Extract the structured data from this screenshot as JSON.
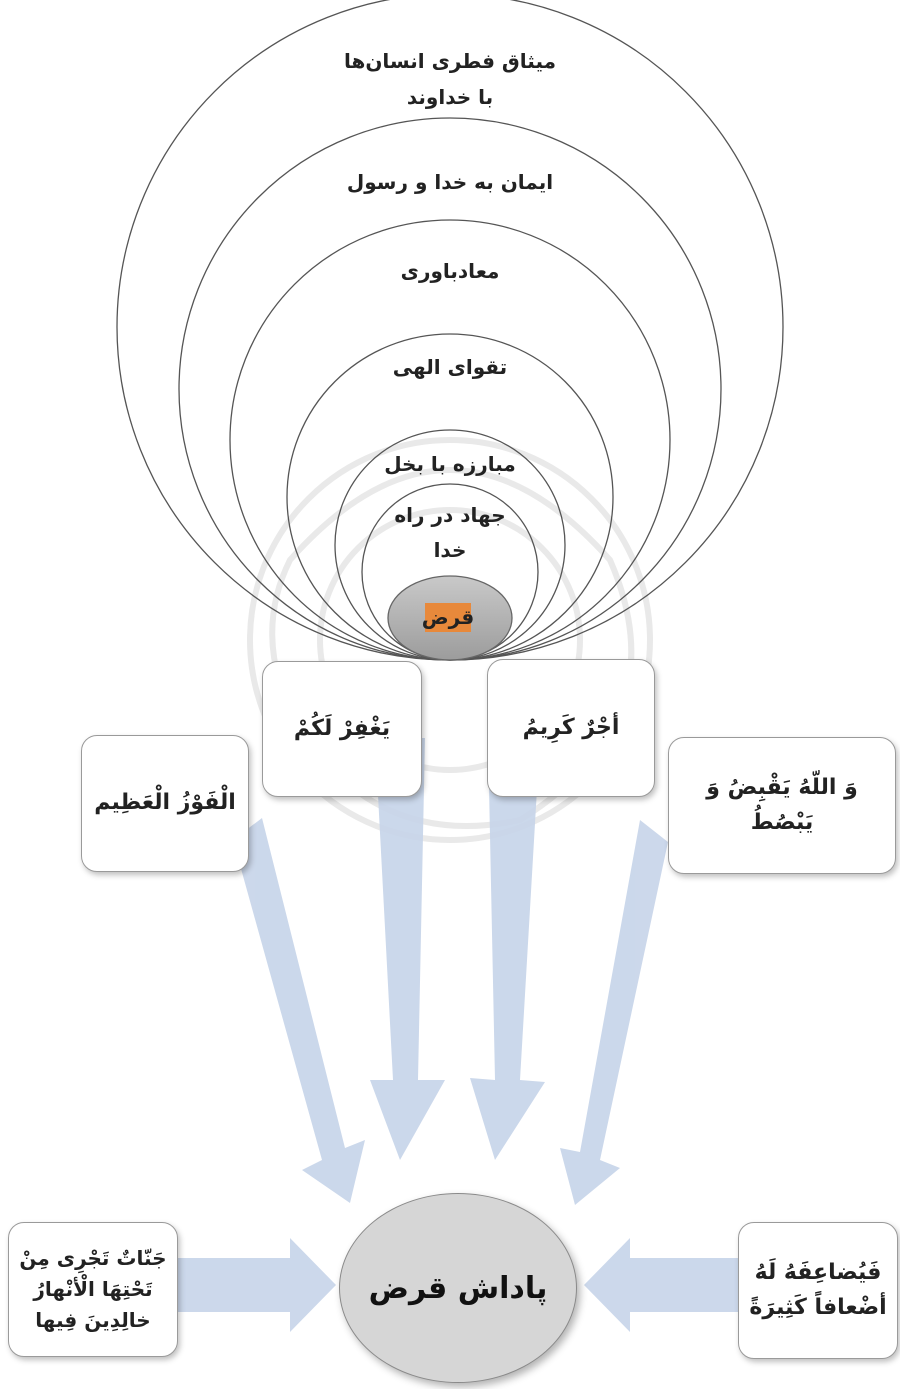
{
  "nested_circles": {
    "levels": [
      {
        "label": "میثاق فطری انسان‌ها\nبا خداوند"
      },
      {
        "label": "ایمان به خدا و رسول"
      },
      {
        "label": "معادباوری"
      },
      {
        "label": "تقوای الهی"
      },
      {
        "label": "مبارزه با بخل"
      },
      {
        "label": "جهاد در راه\nخدا"
      }
    ],
    "core_label": "قرض",
    "core_highlight_color": "#e8893b"
  },
  "rewards": {
    "center_label": "پاداش قرض",
    "boxes": [
      {
        "id": "yaghfir",
        "label": "يَغْفِرْ لَكُمْ"
      },
      {
        "id": "ajr",
        "label": "أجْرٌ كَرِيمُ"
      },
      {
        "id": "fawz",
        "label": "الْفَوْزُ الْعَظِيم"
      },
      {
        "id": "yaqbid",
        "label": "وَ اللّهُ يَقْبِضُ وَ\nيَبْصُطُ"
      },
      {
        "id": "jannat",
        "label": "جَنّاتٌ تَجْرِى مِنْ\nتَحْتِهَا الْأنْهارُ\nخالِدِينَ فِيها"
      },
      {
        "id": "yudaif",
        "label": "فَيُضاعِفَهُ لَهُ\nأضْعافاً كَثِيرَةً"
      }
    ],
    "arrow_color": "#c9d6ea"
  }
}
